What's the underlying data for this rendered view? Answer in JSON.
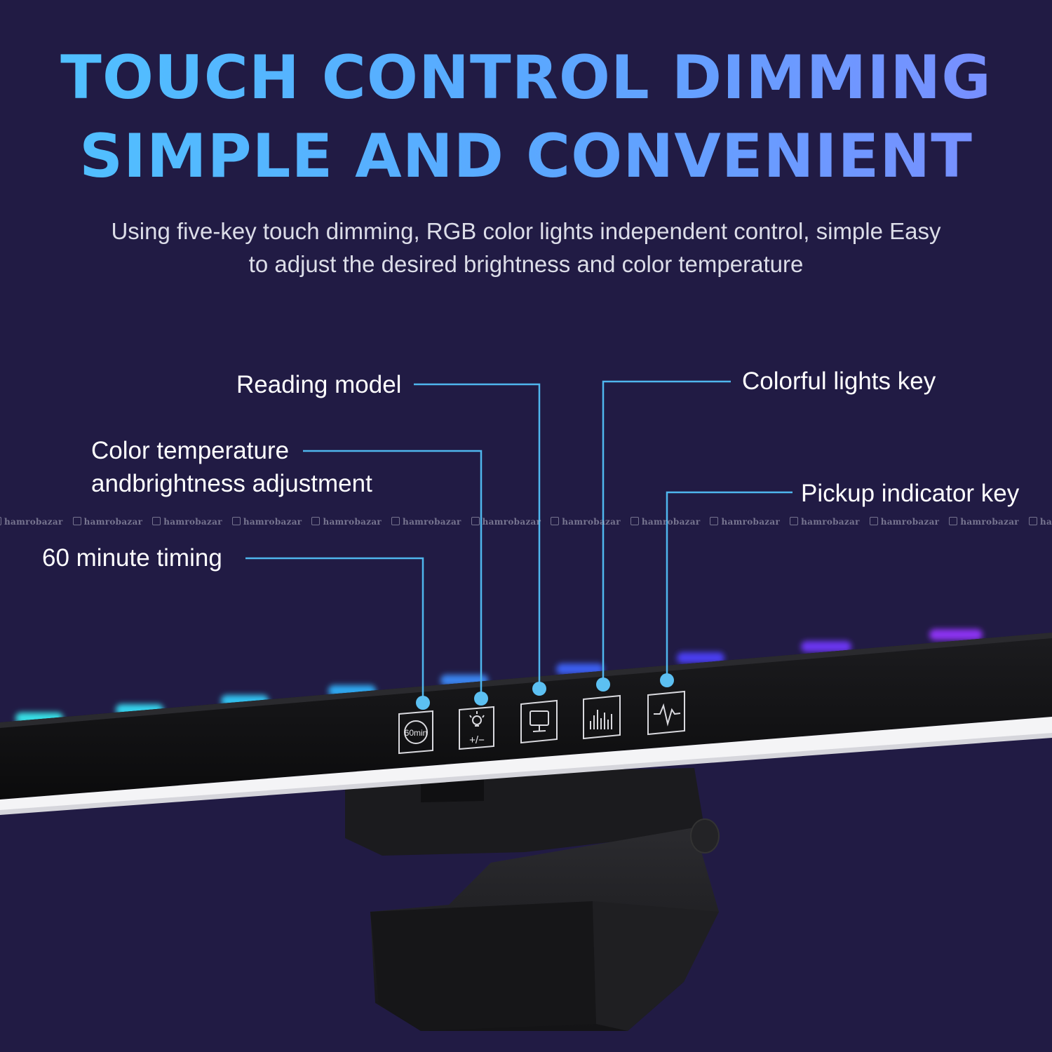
{
  "headline": {
    "line1": "TOUCH CONTROL DIMMING",
    "line2": "SIMPLE AND CONVENIENT"
  },
  "subtitle": {
    "line1": "Using five-key touch dimming, RGB color lights independent control, simple Easy",
    "line2": "to adjust the desired brightness and color temperature"
  },
  "callouts": {
    "reading_model": "Reading model",
    "color_temp_line1": "Color temperature",
    "color_temp_line2": "andbrightness adjustment",
    "timing": "60 minute timing",
    "colorful_lights": "Colorful lights key",
    "pickup": "Pickup indicator key"
  },
  "keys": {
    "timer_label": "60min",
    "brightness_label": "+/−"
  },
  "watermark": "hamrobazar",
  "colors": {
    "background": "#211b44",
    "leader_line": "#4fb6ee",
    "headline_start": "#4fc3ff",
    "headline_end": "#7c8cff"
  }
}
